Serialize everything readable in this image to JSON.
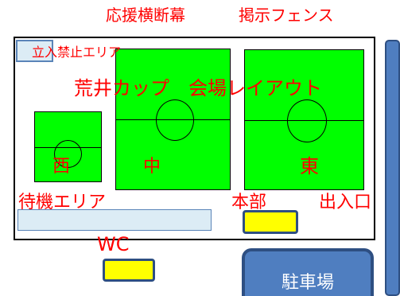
{
  "top_labels": {
    "banner": "応援横断幕",
    "fence": "掲示フェンス"
  },
  "title": "荒井カップ　会場レイアウト",
  "restricted_area": "立入禁止エリア",
  "fields": {
    "west": "西",
    "center": "中",
    "east": "東"
  },
  "waiting_area": "待機エリア",
  "headquarters": "本部",
  "entrance": "出入口",
  "toilet": "WC",
  "parking": "駐車場",
  "colors": {
    "field": "#00ff00",
    "label": "#ff0000",
    "box_yellow": "#ffff00",
    "blue": "#4f7ec0",
    "light_blue": "#dcecf5"
  }
}
